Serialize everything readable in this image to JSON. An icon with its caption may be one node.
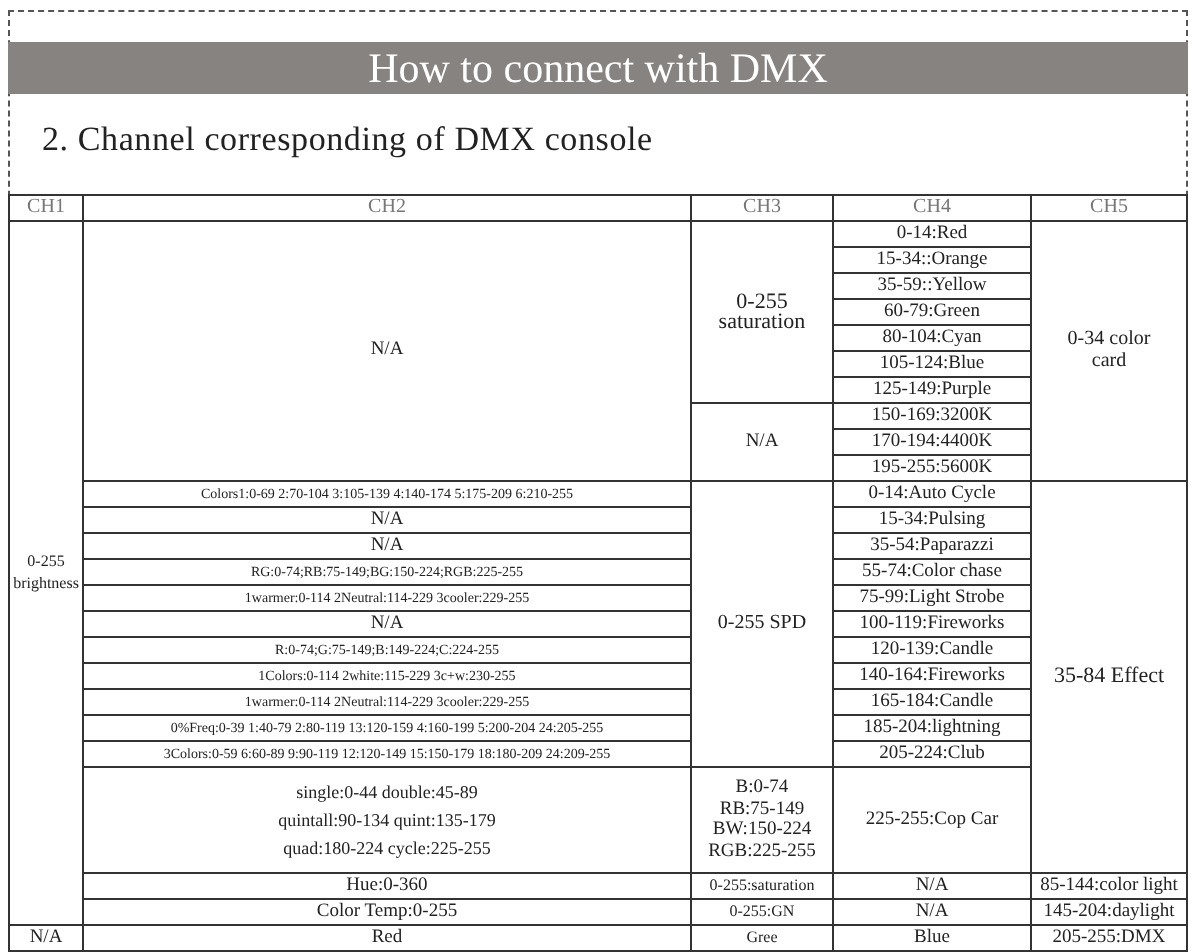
{
  "diagram": {
    "title": "How to connect with DMX",
    "labels": [
      "2. Channel corresponding of DMX console",
      "CH1",
      "CH2",
      "CH3",
      "CH4",
      "CH5",
      "0-255 brightness",
      "N/A",
      "0-255 saturation",
      "0-14:Red",
      "0-34 color card",
      "15-34::Orange",
      "35-59::Yellow",
      "60-79:Green",
      "80-104:Cyan",
      "105-124:Blue",
      "125-149:Purple",
      "N/A",
      "150-169:3200K",
      "170-194:4400K",
      "195-255:5600K",
      "Colors1:0-69 2:70-104 3:105-139 4:140-174 5:175-209 6:210-255",
      "0-255 SPD",
      "0-14:Auto Cycle",
      "35-84 Effect",
      "N/A",
      "15-34:Pulsing",
      "N/A",
      "35-54:Paparazzi",
      "RG:0-74;RB:75-149;BG:150-224;RGB:225-255",
      "55-74:Color chase",
      "1warmer:0-114 2Neutral:114-229 3cooler:229-255",
      "75-99:Light Strobe",
      "N/A",
      "100-119:Fireworks",
      "R:0-74;G:75-149;B:149-224;C:224-255",
      "120-139:Candle",
      "1Colors:0-114 2white:115-229 3c+w:230-255",
      "140-164:Fireworks",
      "1warmer:0-114 2Neutral:114-229 3cooler:229-255",
      "165-184:Candle",
      "0%Freq:0-39 1:40-79 2:80-119 13:120-159 4:160-199 5:200-204 24:205-255",
      "185-204:lightning",
      "3Colors:0-59 6:60-89 9:90-119 12:120-149 15:150-179 18:180-209 24:209-255",
      "205-224:Club",
      "single:0-44 double:45-89 quintall:90-134 quint:135-179 quad:180-224 cycle:225-255",
      "B:0-74 RB:75-149 BW:150-224 RGB:225-255",
      "225-255:Cop Car",
      "Hue:0-360",
      "0-255:saturation",
      "N/A",
      "85-144:color light",
      "Color Temp:0-255",
      "0-255:GN",
      "N/A",
      "145-204:daylight",
      "N/A",
      "Red",
      "Gree",
      "Blue",
      "205-255:DMX"
    ]
  }
}
